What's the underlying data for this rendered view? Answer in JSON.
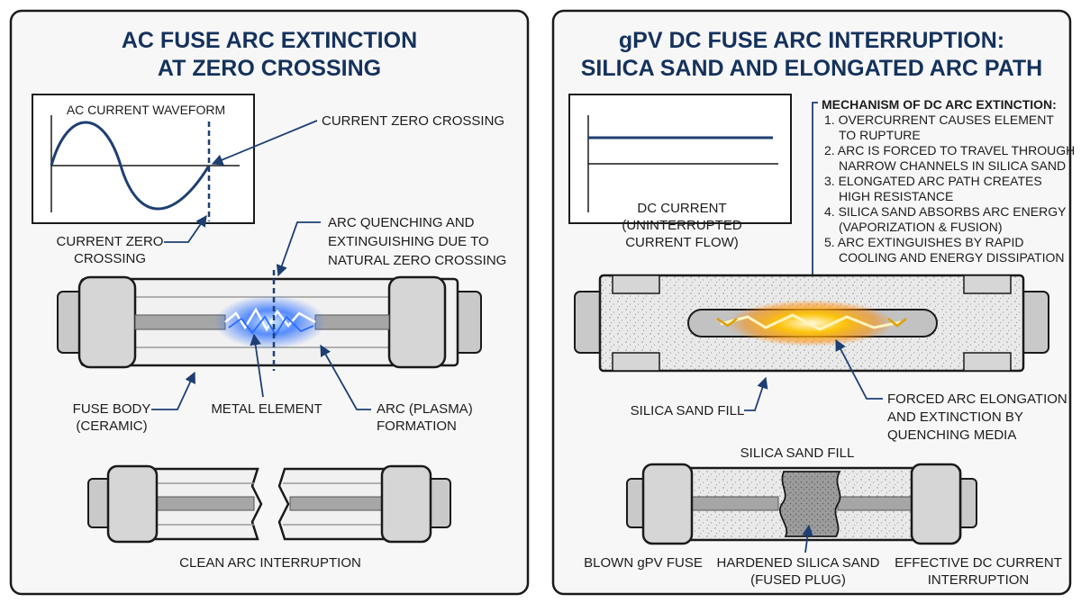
{
  "left_panel": {
    "title_line1": "AC FUSE ARC EXTINCTION",
    "title_line2": "AT ZERO CROSSING",
    "waveform_title": "AC CURRENT WAVEFORM",
    "zero_crossing_right": "CURRENT ZERO CROSSING",
    "zero_crossing_left_line1": "CURRENT ZERO",
    "zero_crossing_left_line2": "CROSSING",
    "quench_line1": "ARC QUENCHING AND",
    "quench_line2": "EXTINGUISHING DUE TO",
    "quench_line3": "NATURAL ZERO CROSSING",
    "fuse_body_line1": "FUSE BODY",
    "fuse_body_line2": "(CERAMIC)",
    "metal_element": "METAL ELEMENT",
    "arc_line1": "ARC (PLASMA)",
    "arc_line2": "FORMATION",
    "clean_interruption": "CLEAN ARC INTERRUPTION"
  },
  "right_panel": {
    "title_line1": "gPV DC FUSE ARC INTERRUPTION:",
    "title_line2": "SILICA SAND AND ELONGATED ARC PATH",
    "dc_label_line1": "DC CURRENT",
    "dc_label_line2": "(UNINTERRUPTED",
    "dc_label_line3": "CURRENT FLOW)",
    "mechanism_title": "MECHANISM OF DC ARC EXTINCTION:",
    "mechanism_lines": [
      "1. OVERCURRENT CAUSES ELEMENT",
      "TO RUPTURE",
      "2. ARC IS FORCED TO TRAVEL THROUGH",
      "NARROW CHANNELS IN SILICA SAND",
      "3. ELONGATED ARC PATH CREATES",
      "HIGH RESISTANCE",
      "4. SILICA SAND ABSORBS ARC ENERGY",
      "(VAPORIZATION & FUSION)",
      "5. ARC EXTINGUISHES BY RAPID",
      "COOLING AND ENERGY DISSIPATION"
    ],
    "sand_fill_label": "SILICA SAND FILL",
    "forced_line1": "FORCED ARC ELONGATION",
    "forced_line2": "AND EXTINCTION BY",
    "forced_line3": "QUENCHING MEDIA",
    "sand_fill_top": "SILICA SAND FILL",
    "blown_fuse": "BLOWN gPV FUSE",
    "hardened_line1": "HARDENED SILICA SAND",
    "hardened_line2": "(FUSED PLUG)",
    "effective_line1": "EFFECTIVE DC CURRENT",
    "effective_line2": "INTERRUPTION"
  },
  "colors": {
    "title": "#15325c",
    "leader": "#1e3f73",
    "ac_wave": "#1e3f73",
    "ac_arc": "#3d7bff",
    "dc_arc": "#ffb000",
    "cap_fill": "#d6d6d6",
    "sand": "#e9e9e9"
  }
}
